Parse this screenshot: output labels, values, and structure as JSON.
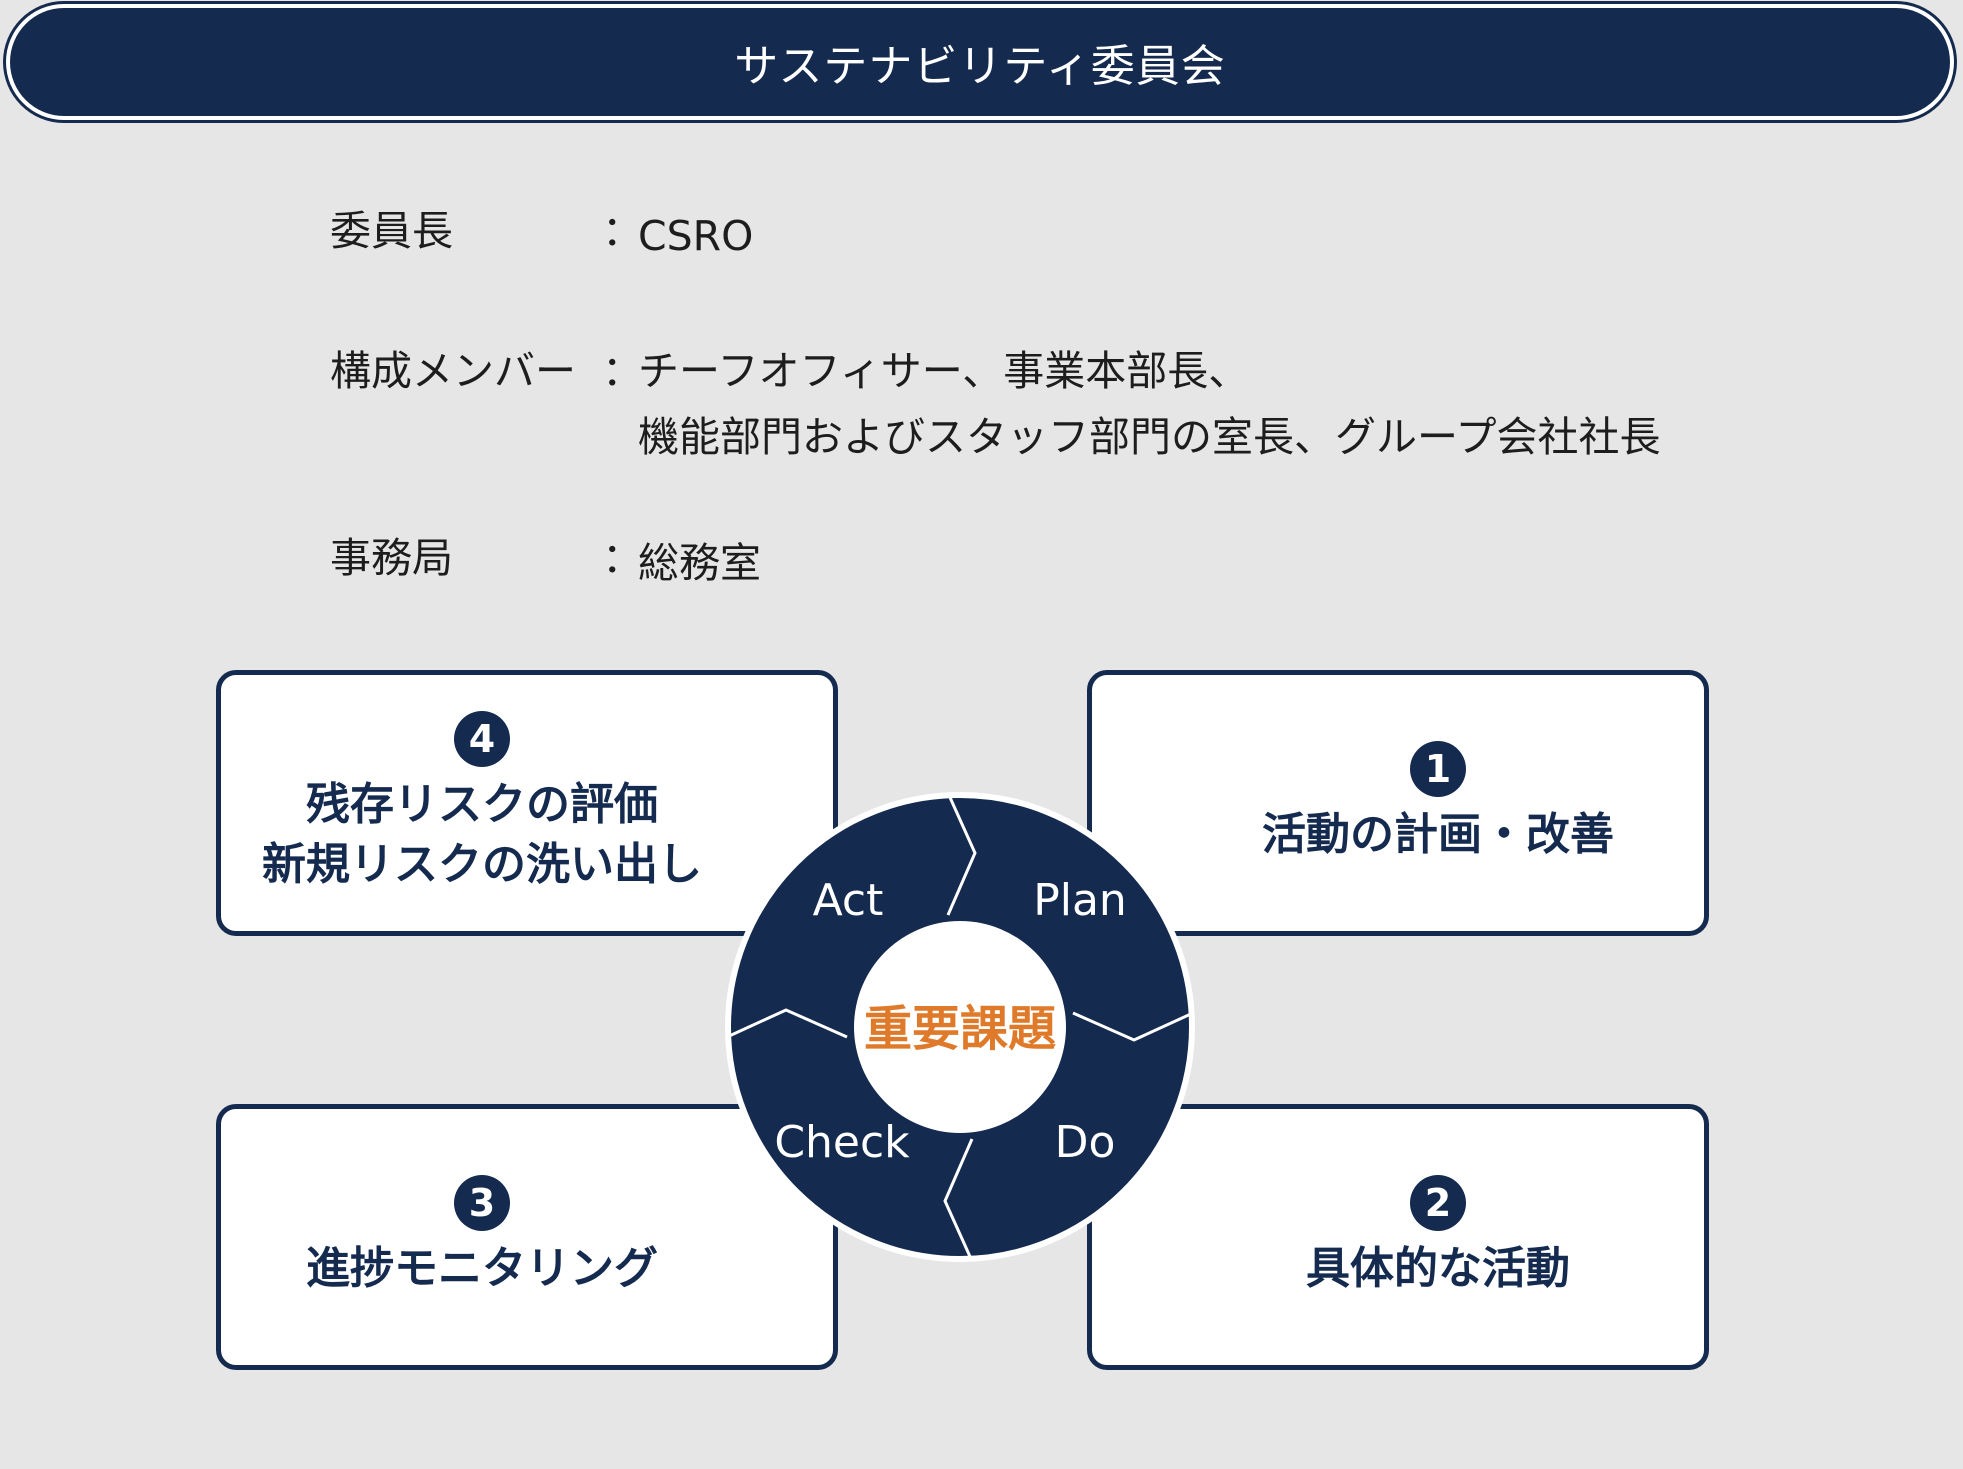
{
  "title": "サステナビリティ委員会",
  "info": {
    "chair": {
      "label": "委員長",
      "colon": "：",
      "value": "CSRO"
    },
    "members": {
      "label": "構成メンバー",
      "colon": "：",
      "value_line1": "チーフオフィサー、事業本部長、",
      "value_line2": "機能部門およびスタッフ部門の室長、グループ会社社長"
    },
    "secretariat": {
      "label": "事務局",
      "colon": "：",
      "value": "総務室"
    }
  },
  "cycle": {
    "center": "重要課題",
    "plan": "Plan",
    "do": "Do",
    "check": "Check",
    "act": "Act"
  },
  "boxes": {
    "plan": {
      "num": "1",
      "line1": "活動の計画・改善"
    },
    "do": {
      "num": "2",
      "line1": "具体的な活動"
    },
    "check": {
      "num": "3",
      "line1": "進捗モニタリング"
    },
    "act": {
      "num": "4",
      "line1": "残存リスクの評価",
      "line2": "新規リスクの洗い出し"
    }
  },
  "colors": {
    "navy": "#152a4f",
    "center_text": "#e07a2b",
    "background": "#e6e6e6"
  }
}
